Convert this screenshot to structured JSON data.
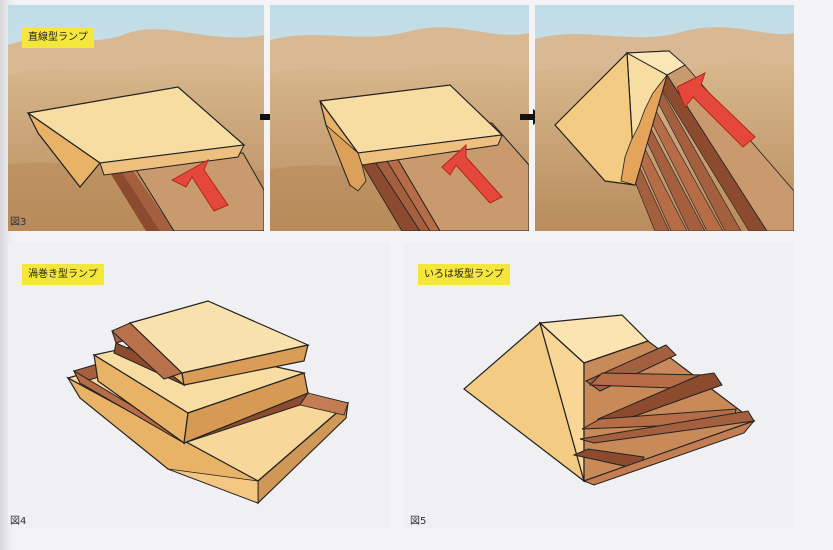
{
  "labels": {
    "straight_ramp": "直線型ランプ",
    "spiral_ramp": "渦巻き型ランプ",
    "zigzag_ramp": "いろは坂型ランプ"
  },
  "figures": {
    "fig3": "図3",
    "fig4": "図4",
    "fig5": "図5"
  },
  "colors": {
    "sky": "#cfe3ea",
    "sand": "#c9a273",
    "stone_light": "#f7d79a",
    "stone_side": "#e9b46a",
    "ramp": "#a35f3e",
    "arrow": "#e5483a"
  }
}
